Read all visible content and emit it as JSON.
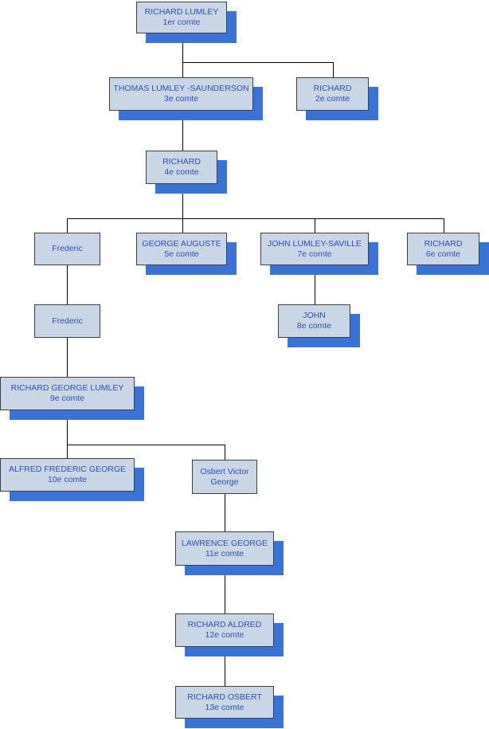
{
  "nodes": {
    "n1": {
      "name": "RICHARD LUMLEY",
      "title": "1er comte"
    },
    "n3": {
      "name": "THOMAS LUMLEY -SAUNDERSON",
      "title": "3e comte"
    },
    "n2": {
      "name": "RICHARD",
      "title": "2e comte"
    },
    "n4": {
      "name": "RICHARD",
      "title": "4e comte"
    },
    "fa": {
      "name": "Frederic",
      "title": ""
    },
    "n5": {
      "name": "GEORGE AUGUSTE",
      "title": "5e comte"
    },
    "n7": {
      "name": "JOHN LUMLEY-SAVILLE",
      "title": "7e comte"
    },
    "n6": {
      "name": "RICHARD",
      "title": "6e comte"
    },
    "fb": {
      "name": "Frederic",
      "title": ""
    },
    "n8": {
      "name": "JOHN",
      "title": "8e comte"
    },
    "n9": {
      "name": "RICHARD GEORGE LUMLEY",
      "title": "9e comte"
    },
    "n10": {
      "name": "ALFRED FREDERIC GEORGE",
      "title": "10e comte"
    },
    "ov": {
      "name": "Osbert Victor",
      "title": "George"
    },
    "n11": {
      "name": "LAWRENCE GEORGE",
      "title": "11e comte"
    },
    "n12": {
      "name": "RICHARD ALDRED",
      "title": "12e comte"
    },
    "n13": {
      "name": "RICHARD OSBERT",
      "title": "13e comte"
    }
  },
  "colors": {
    "box": "#c9d6e6",
    "shadow": "#3a73d6",
    "text": "#2c4fb8",
    "line": "#000000"
  }
}
